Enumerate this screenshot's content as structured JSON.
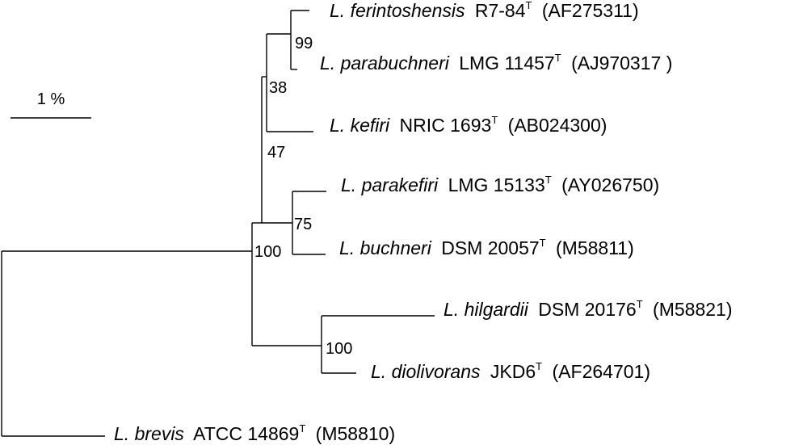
{
  "scale_bar": {
    "label": "1 %"
  },
  "taxa": [
    {
      "id": "ferintoshensis",
      "species": "L. ferintoshensis",
      "strain": "R7-84",
      "type_mark": "T",
      "accession": "(AF275311)"
    },
    {
      "id": "parabuchneri",
      "species": "L. parabuchneri",
      "strain": "LMG 11457",
      "type_mark": "T",
      "accession": "(AJ970317 )"
    },
    {
      "id": "kefiri",
      "species": "L. kefiri",
      "strain": "NRIC 1693",
      "type_mark": "T",
      "accession": "(AB024300)"
    },
    {
      "id": "parakefiri",
      "species": "L. parakefiri",
      "strain": "LMG 15133",
      "type_mark": "T",
      "accession": "(AY026750)"
    },
    {
      "id": "buchneri",
      "species": "L. buchneri",
      "strain": "DSM 20057",
      "type_mark": "T",
      "accession": "(M58811)"
    },
    {
      "id": "hilgardii",
      "species": "L. hilgardii",
      "strain": "DSM 20176",
      "type_mark": "T",
      "accession": "(M58821)"
    },
    {
      "id": "diolivorans",
      "species": "L. diolivorans",
      "strain": "JKD6",
      "type_mark": "T",
      "accession": "(AF264701)"
    },
    {
      "id": "brevis",
      "species": "L. brevis",
      "strain": "ATCC 14869",
      "type_mark": "T",
      "accession": "(M58810)"
    }
  ],
  "bootstrap_values": {
    "ferintoshensis_parabuchneri": "99",
    "with_kefiri": "38",
    "with_parakefiri_buchneri": "47",
    "parakefiri_buchneri": "75",
    "main_clade": "100",
    "hilgardii_diolivorans": "100"
  }
}
